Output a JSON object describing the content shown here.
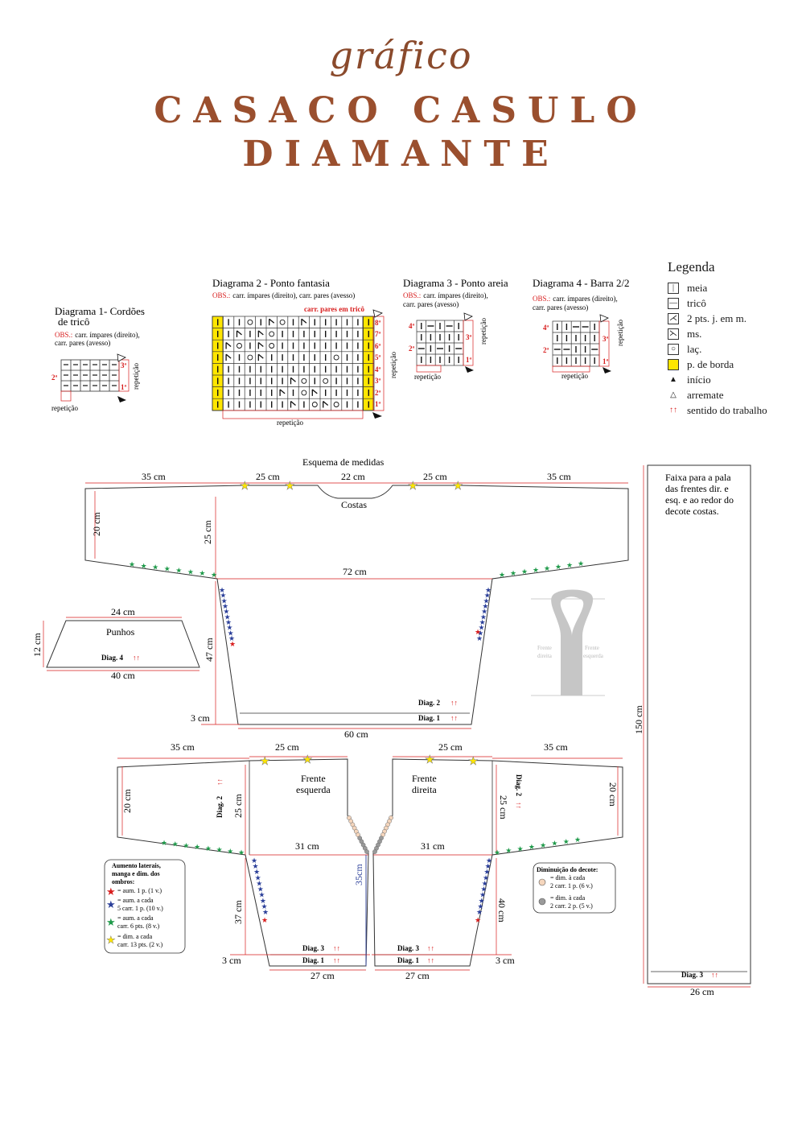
{
  "header": {
    "script_title": "gráfico",
    "title_line1": "CASACO CASULO",
    "title_line2": "DIAMANTE"
  },
  "diagrams": {
    "d1": {
      "title1": "Diagrama 1- Cordões",
      "title2": "de tricô",
      "obs_label": "OBS.:",
      "obs1": "carr. ímpares (direito),",
      "obs2": "carr. pares (avesso)",
      "rows": [
        "1ª",
        "2ª",
        "3ª"
      ],
      "rep_h": "repetição",
      "rep_v": "repetição"
    },
    "d2": {
      "title": "Diagrama 2 - Ponto fantasia",
      "obs_label": "OBS.:",
      "obs": "carr. ímpares (direito), carr. pares (avesso)",
      "note": "carr. pares em tricô",
      "rows": [
        "1ª",
        "2ª",
        "3ª",
        "4ª",
        "5ª",
        "6ª",
        "7ª",
        "8ª"
      ],
      "rep_h": "repetição",
      "rep_v": "repetição"
    },
    "d3": {
      "title": "Diagrama 3 - Ponto areia",
      "obs_label": "OBS.:",
      "obs1": "carr. ímpares (direito),",
      "obs2": "carr. pares (avesso)",
      "rows": [
        "1ª",
        "2ª",
        "3ª",
        "4ª"
      ],
      "rep_h": "repetição",
      "rep_v": "repetição"
    },
    "d4": {
      "title": "Diagrama 4 - Barra 2/2",
      "obs_label": "OBS.:",
      "obs1": "carr. ímpares (direito),",
      "obs2": "carr. pares (avesso)",
      "rows": [
        "1ª",
        "2ª",
        "3ª",
        "4ª"
      ],
      "rep_h": "repetição",
      "rep_v": "repetição"
    }
  },
  "legend": {
    "title": "Legenda",
    "items": [
      {
        "icon": "meia-symbol-icon",
        "label": "meia"
      },
      {
        "icon": "trico-symbol-icon",
        "label": "tricô"
      },
      {
        "icon": "two-together-symbol-icon",
        "label": "2 pts. j. em m."
      },
      {
        "icon": "ms-symbol-icon",
        "label": "ms."
      },
      {
        "icon": "lac-symbol-icon",
        "label": "laç."
      },
      {
        "icon": "border-stitch-icon",
        "label": "p. de borda"
      },
      {
        "icon": "start-arrow-icon",
        "label": "início"
      },
      {
        "icon": "finish-arrow-icon",
        "label": "arremate"
      },
      {
        "icon": "direction-arrows-icon",
        "label": "sentido do trabalho"
      }
    ],
    "colors": {
      "yellow": "#ffe600",
      "red": "#d81e1e",
      "blue": "#2b3f99",
      "green": "#1f9a4a",
      "brown": "#9a4f2e"
    }
  },
  "schema": {
    "title": "Esquema de medidas",
    "back": {
      "label": "Costas",
      "m_sleeve_l": "35 cm",
      "m_shoulder_l": "25 cm",
      "m_neck": "22 cm",
      "m_shoulder_r": "25 cm",
      "m_sleeve_r": "35 cm",
      "m_sleeve_h": "20 cm",
      "m_yoke_h": "25 cm",
      "m_width": "72 cm",
      "m_body_h": "47 cm",
      "m_band_h": "3 cm",
      "m_bottom": "60 cm",
      "diag2": "Diag. 2",
      "diag1": "Diag. 1"
    },
    "cuffs": {
      "label": "Punhos",
      "m_top": "24 cm",
      "m_bottom": "40 cm",
      "m_h": "12 cm",
      "diag": "Diag. 4"
    },
    "front_left": {
      "label1": "Frente",
      "label2": "esquerda",
      "m_sleeve": "35 cm",
      "m_shoulder": "25 cm",
      "m_sleeve_h": "20 cm",
      "m_yoke_h": "25 cm",
      "m_width": "31 cm",
      "m_body_h": "37 cm",
      "m_band_h": "3 cm",
      "m_bottom": "27 cm",
      "m_neck_h": "35cm",
      "diag2": "Diag. 2",
      "diag3": "Diag. 3",
      "diag1": "Diag. 1"
    },
    "front_right": {
      "label1": "Frente",
      "label2": "direita",
      "m_shoulder": "25 cm",
      "m_sleeve": "35 cm",
      "m_sleeve_h": "20 cm",
      "m_yoke_h": "25 cm",
      "m_width": "31 cm",
      "m_body_h": "40 cm",
      "m_band_h": "3 cm",
      "m_bottom": "27 cm",
      "diag2": "Diag. 2",
      "diag3": "Diag. 3",
      "diag1": "Diag. 1"
    },
    "increases": {
      "title1": "Aumento laterais,",
      "title2": "manga e dim. dos",
      "title3": "ombros:",
      "red1": "= aum. 1 p. (1 v.)",
      "blue1": "= aum.  a cada",
      "blue2": "5 carr. 1 p. (10 v.)",
      "green1": "= aum.  a cada",
      "green2": "carr. 6 pts. (8 v.)",
      "yellow1": "= dim. a cada",
      "yellow2": "carr. 13 pts. (2 v.)"
    },
    "decreases": {
      "title": "Diminuição do decote:",
      "a1": "= dim.  à cada",
      "a2": "2 carr. 1 p. (6 v.)",
      "b1": "= dim.  à cada",
      "b2": "2 carr. 2 p. (5 v.)"
    },
    "band": {
      "text1": "Faixa para a pala",
      "text2": "das frentes dir. e",
      "text3": "esq. e ao redor do",
      "text4": "decote costas.",
      "m_h": "150 cm",
      "m_w": "26 cm",
      "diag": "Diag. 3"
    },
    "assembly": {
      "back": "Costas",
      "fr1": "Frente",
      "fr2": "direita",
      "fl1": "Frente",
      "fl2": "esquerda"
    }
  }
}
